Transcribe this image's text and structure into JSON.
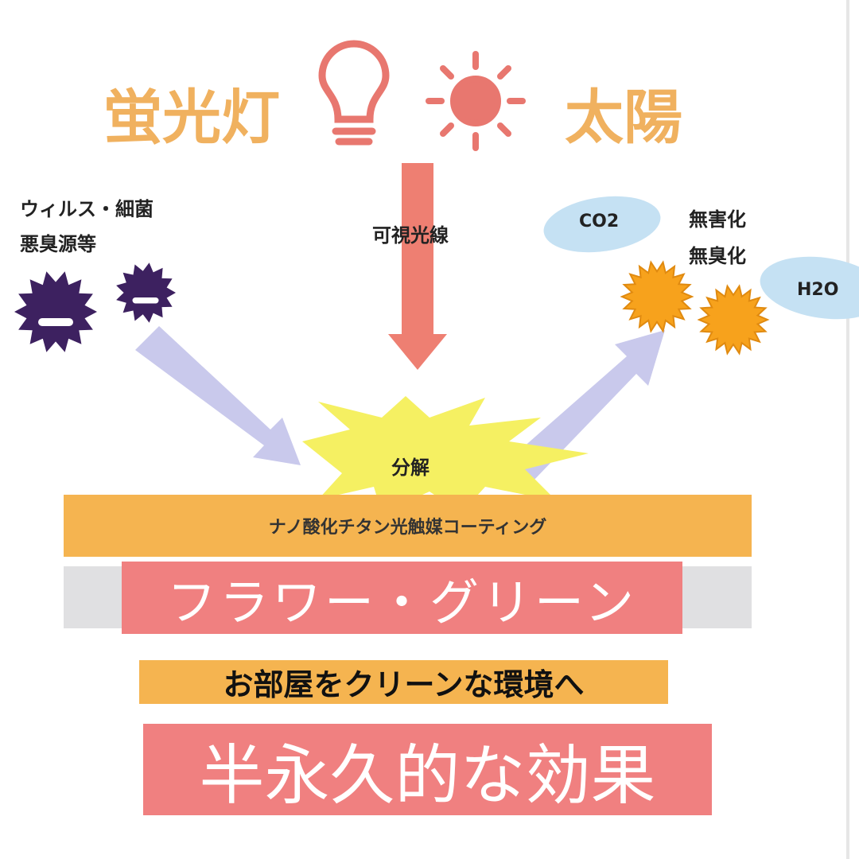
{
  "header": {
    "left_title": "蛍光灯",
    "right_title": "太陽"
  },
  "left_labels": [
    "ウィルス・細菌",
    "悪臭源等"
  ],
  "light_label": "可視光線",
  "right_labels": [
    "無害化",
    "無臭化"
  ],
  "molecules": [
    "CO2",
    "H2O"
  ],
  "burst_label": "分解",
  "coating_label": "ナノ酸化チタン光触媒コーティング",
  "brand": "フラワー・グリーン",
  "tagline": "お部屋をクリーンな環境へ",
  "effect": "半永久的な効果",
  "icons": [
    "light-bulb-icon",
    "sun-icon",
    "virus-icon",
    "neutralized-germ-icon"
  ],
  "colors": {
    "title": "#f0b15f",
    "arrow_red": "#ee7f72",
    "arrow_lavender": "#c9c9ec",
    "coating": "#f5b450",
    "pink": "#f08080",
    "burst": "#f5f062",
    "molecule": "#c5e1f3",
    "virus": "#3d2160"
  }
}
